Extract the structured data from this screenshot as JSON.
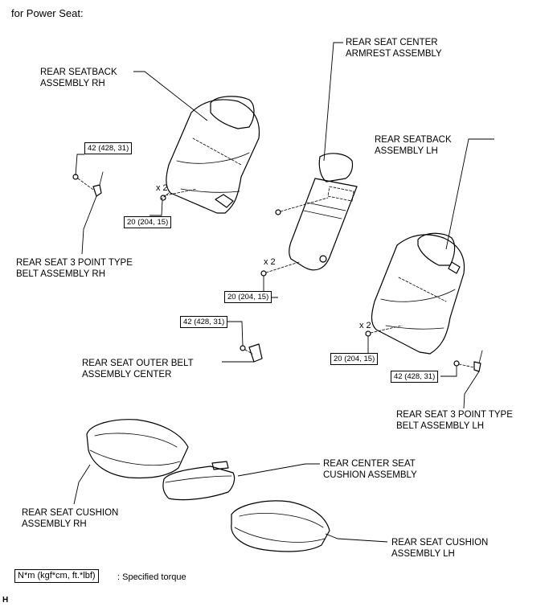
{
  "header": "for Power Seat:",
  "labels": {
    "seatback_rh": "REAR SEATBACK\nASSEMBLY RH",
    "armrest": "REAR SEAT CENTER\nARMREST ASSEMBLY",
    "seatback_lh": "REAR SEATBACK\nASSEMBLY LH",
    "belt_rh": "REAR SEAT 3 POINT TYPE\nBELT ASSEMBLY RH",
    "outer_belt_center": "REAR SEAT OUTER BELT\nASSEMBLY CENTER",
    "belt_lh": "REAR SEAT 3 POINT TYPE\nBELT ASSEMBLY LH",
    "center_cushion": "REAR CENTER SEAT\nCUSHION ASSEMBLY",
    "cushion_rh": "REAR SEAT CUSHION\nASSEMBLY RH",
    "cushion_lh": "REAR SEAT CUSHION\nASSEMBLY LH"
  },
  "torques": {
    "t1": "42 (428, 31)",
    "t2": "20 (204, 15)",
    "t3": "20 (204, 15)",
    "t4": "42 (428, 31)",
    "t5": "20 (204, 15)",
    "t6": "42 (428, 31)"
  },
  "quantities": {
    "q1": "x 2",
    "q2": "x 2",
    "q3": "x 2"
  },
  "legend": {
    "box": "N*m (kgf*cm, ft.*lbf)",
    "text": ": Specified torque"
  },
  "corner_mark": "H"
}
